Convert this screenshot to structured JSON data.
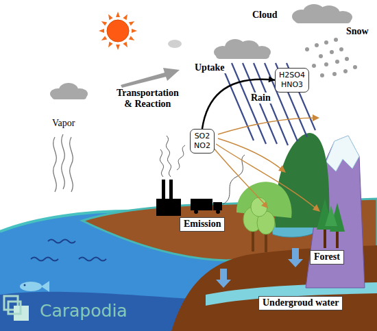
{
  "diagram": {
    "nodes": [
      {
        "text": [
          "H2SO4 HNO3"
        ]
      },
      {
        "text": [
          "SO2 NO2"
        ]
      },
      {
        "text": [
          "Emission"
        ]
      },
      {
        "text": [
          "Forest"
        ]
      },
      {
        "text": [
          "Undergroud water"
        ]
      }
    ],
    "edges": [
      {
        "from": 1,
        "to": 0,
        "arrow": "to",
        "label": "Uptake"
      }
    ],
    "labels": [
      "Cloud",
      "Snow",
      "Transportation & Reaction",
      "Vapor",
      "Rain",
      "Carapodia"
    ]
  }
}
